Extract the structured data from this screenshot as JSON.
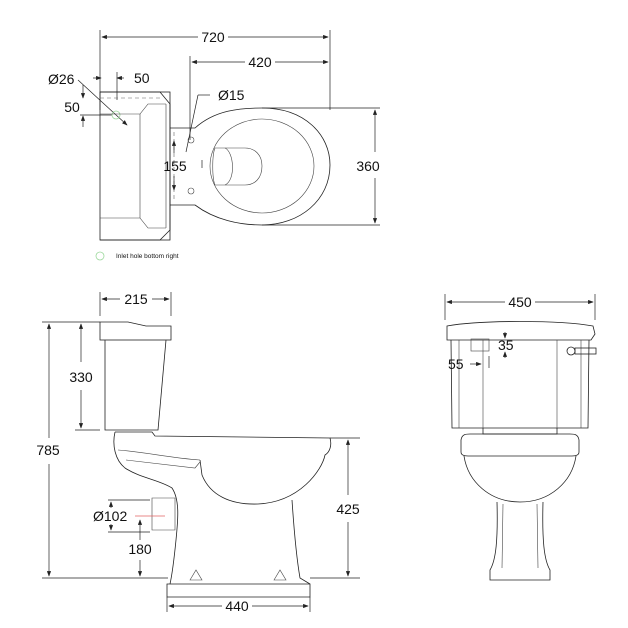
{
  "plan_view": {
    "overall_length": "720",
    "bowl_length": "420",
    "inlet_diameter": "Ø26",
    "inlet_offset_x": "50",
    "inlet_offset_y": "50",
    "seat_hole_diameter": "Ø15",
    "seat_hole_spacing": "155",
    "bowl_width": "360",
    "legend_text": "Inlet hole bottom right",
    "legend_color": "#9bd89b"
  },
  "side_view": {
    "cistern_depth": "215",
    "cistern_height": "330",
    "overall_height": "785",
    "waste_diameter": "Ø102",
    "waste_height": "180",
    "seat_height": "425",
    "base_length": "440",
    "waste_marker_color": "#e06060"
  },
  "front_view": {
    "cistern_width": "450",
    "button_height": "35",
    "button_offset": "55"
  }
}
